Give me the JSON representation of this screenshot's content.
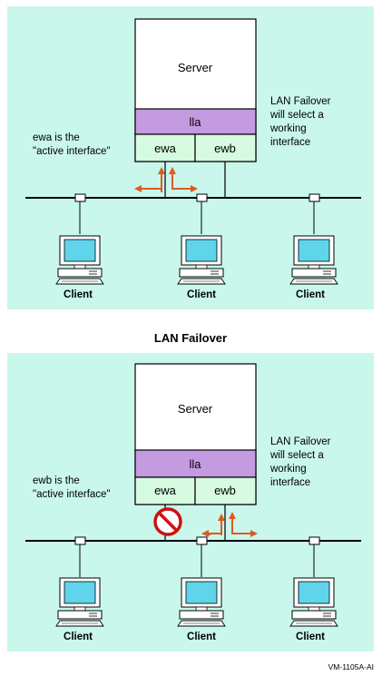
{
  "top_panel": {
    "server_label": "Server",
    "lla_label": "lla",
    "ewa_label": "ewa",
    "ewb_label": "ewb",
    "note_line1": "ewa is the",
    "note_line2": "\"active interface\"",
    "failover_line1": "LAN Failover",
    "failover_line2": "will select a",
    "failover_line3": "working",
    "failover_line4": "interface",
    "clients": [
      "Client",
      "Client",
      "Client"
    ]
  },
  "section_title": "LAN Failover",
  "bottom_panel": {
    "server_label": "Server",
    "lla_label": "lla",
    "ewa_label": "ewa",
    "ewb_label": "ewb",
    "note_line1": "ewb is the",
    "note_line2": "\"active interface\"",
    "failover_line1": "LAN Failover",
    "failover_line2": "will select a",
    "failover_line3": "working",
    "failover_line4": "interface",
    "clients": [
      "Client",
      "Client",
      "Client"
    ]
  },
  "figure_id": "VM-1105A-AI",
  "colors": {
    "panel_bg": "#c9f7ec",
    "lla_fill": "#c49ae0",
    "iface_fill": "#d6fbe1",
    "arrow": "#e05a1c",
    "screen": "#5fd4ea",
    "no_sign": "#cc1111"
  }
}
